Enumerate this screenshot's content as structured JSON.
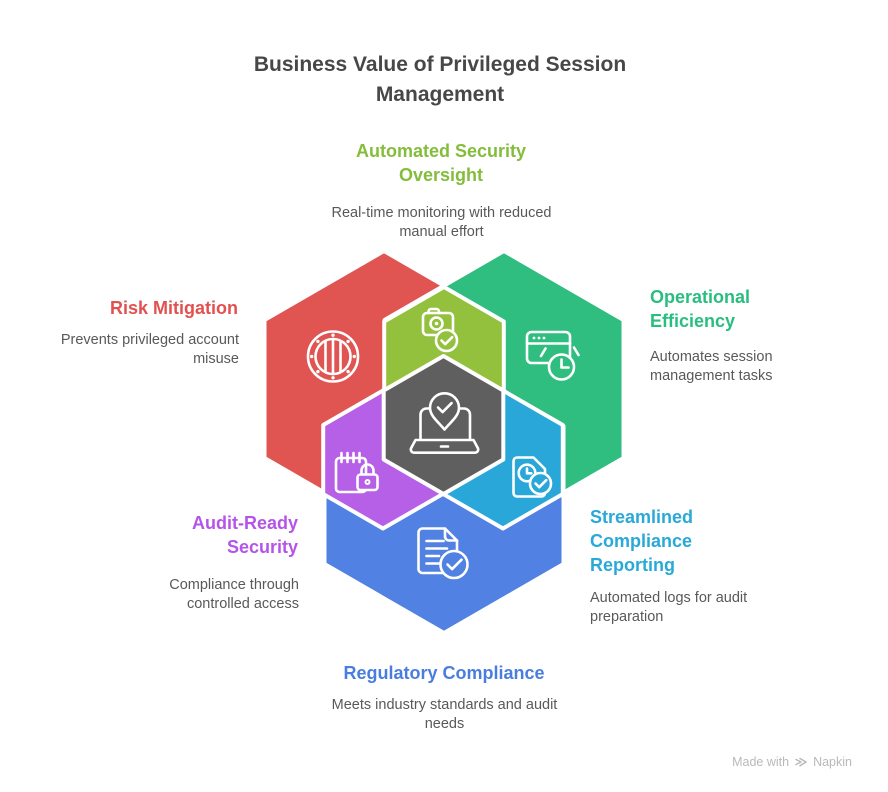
{
  "title": "Business Value of Privileged Session Management",
  "colors": {
    "title": "#474747",
    "body": "#595959",
    "footer_text": "#b9b9b9",
    "icon_stroke": "#ffffff",
    "background": "#ffffff"
  },
  "sections": {
    "oversight": {
      "heading": "Automated Security Oversight",
      "body": "Real-time monitoring with reduced manual effort",
      "heading_color": "#84bd3c",
      "hex_color": "#94c13d",
      "icon": "camera-check-icon"
    },
    "risk": {
      "heading": "Risk Mitigation",
      "body": "Prevents privileged account misuse",
      "heading_color": "#e2514f",
      "hex_color": "#e05451",
      "icon": "porthole-icon"
    },
    "efficiency": {
      "heading": "Operational Efficiency",
      "body": "Automates session management tasks",
      "heading_color": "#2abd80",
      "hex_color": "#2fbd80",
      "icon": "browser-clock-icon"
    },
    "audit": {
      "heading": "Audit-Ready Security",
      "body": "Compliance through controlled access",
      "heading_color": "#b454e8",
      "hex_color": "#b65fe7",
      "icon": "notepad-lock-icon"
    },
    "reporting": {
      "heading": "Streamlined Compliance Reporting",
      "body": "Automated logs for audit preparation",
      "heading_color": "#29a9d8",
      "hex_color": "#29a7d8",
      "icon": "file-clock-check-icon"
    },
    "compliance": {
      "heading": "Regulatory Compliance",
      "body": "Meets industry standards and audit needs",
      "heading_color": "#4a7de0",
      "hex_color": "#5181e3",
      "icon": "document-check-icon"
    },
    "center": {
      "hex_color": "#5f5f5f",
      "icon": "laptop-location-pin-icon"
    }
  },
  "footer": {
    "made_with": "Made with",
    "brand": "Napkin"
  }
}
